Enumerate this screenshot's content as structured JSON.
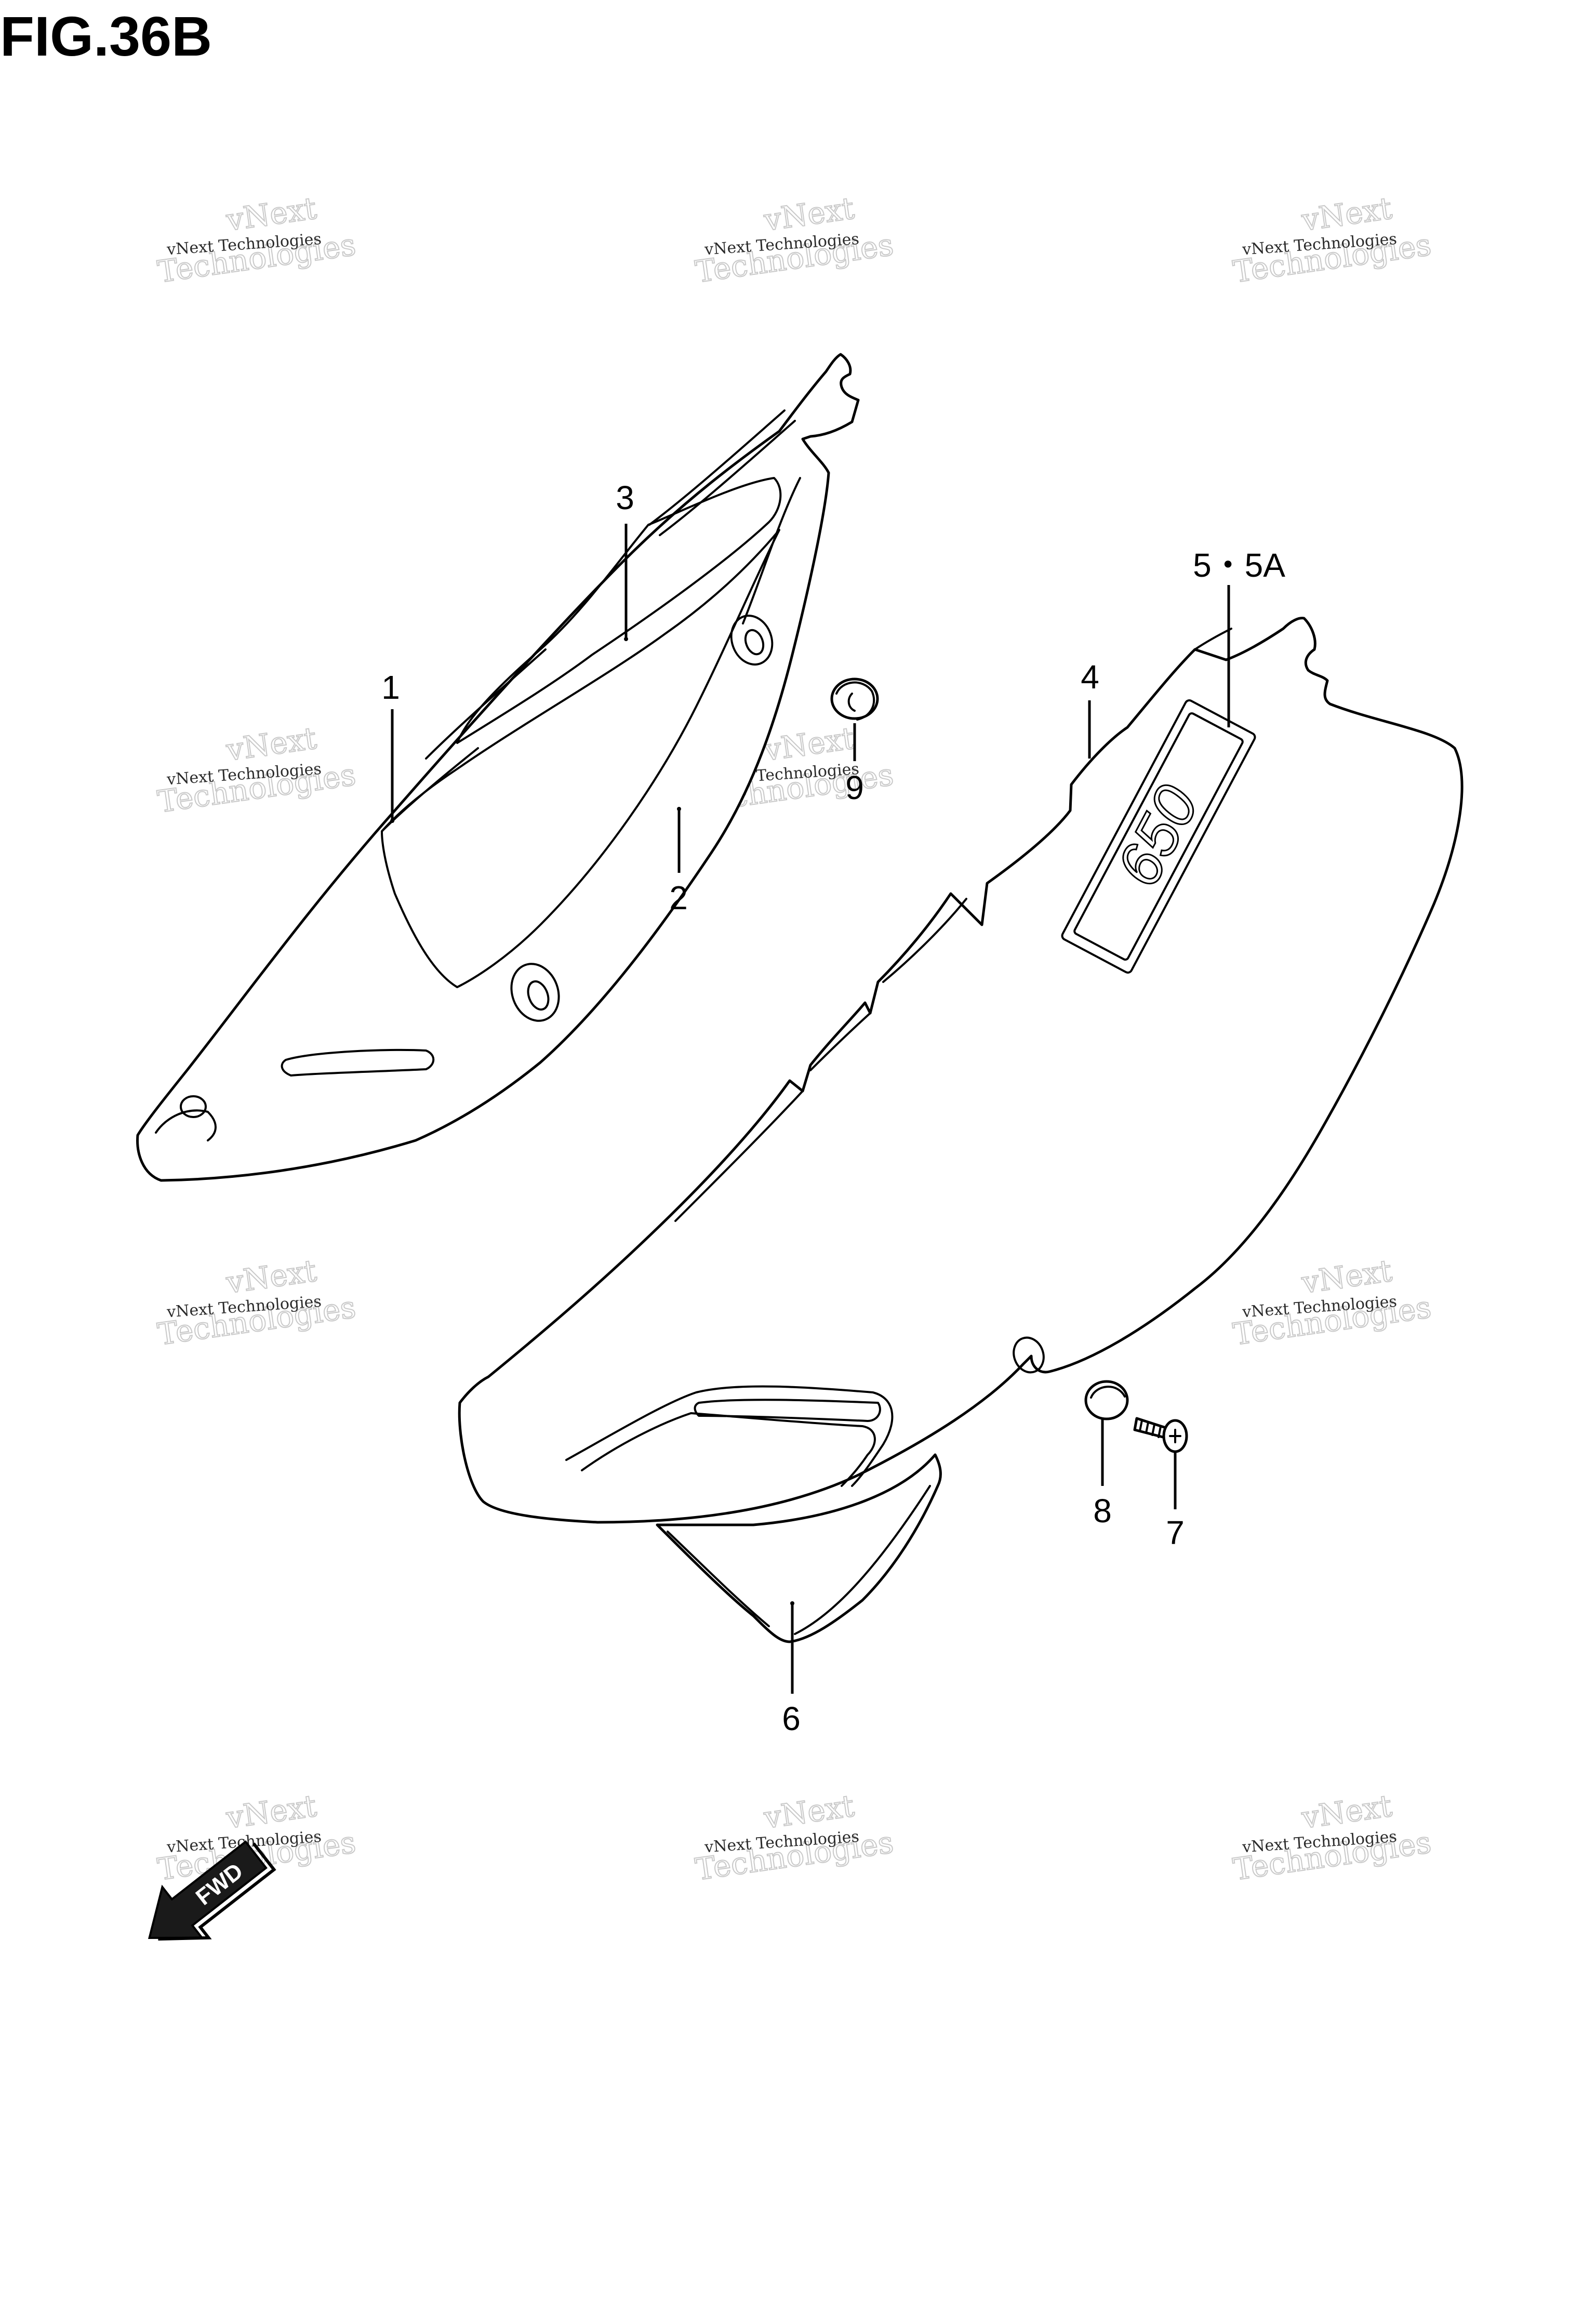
{
  "figure": {
    "title": "FIG.36B"
  },
  "callouts": {
    "c1": "1",
    "c2": "2",
    "c3": "3",
    "c4": "4",
    "c5": "5・5A",
    "c6": "6",
    "c7": "7",
    "c8": "8",
    "c9": "9"
  },
  "decal": {
    "text": "650"
  },
  "direction_arrow": {
    "label": "FWD"
  },
  "watermark": {
    "line_small": "vNext Technologies",
    "line_big_top": "vNext",
    "line_big_bottom": "Technologies"
  },
  "colors": {
    "line": "#000000",
    "background": "#ffffff",
    "watermark": "#c9c9c9"
  }
}
